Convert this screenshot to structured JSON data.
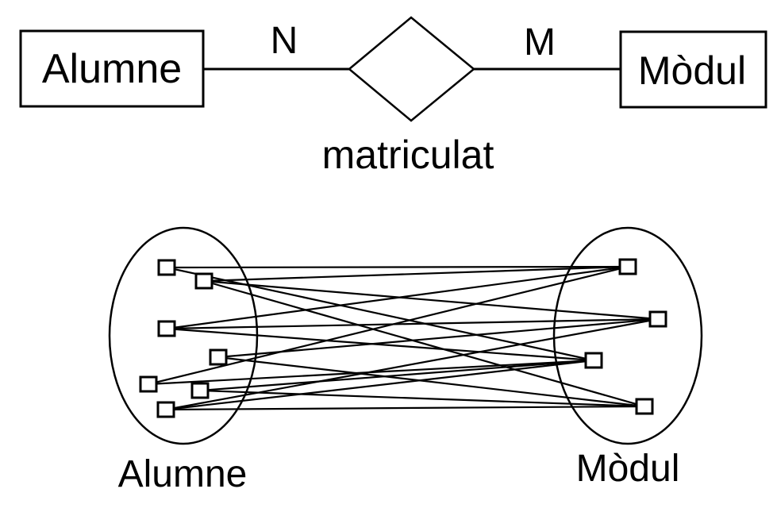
{
  "er_diagram": {
    "entity_left": "Alumne",
    "entity_right": "Mòdul",
    "relationship": "matriculat",
    "cardinality_left": "N",
    "cardinality_right": "M"
  },
  "instance_diagram": {
    "set_left_label": "Alumne",
    "set_right_label": "Mòdul",
    "left_element_count": 7,
    "right_element_count": 4,
    "links": [
      [
        0,
        0
      ],
      [
        0,
        2
      ],
      [
        1,
        0
      ],
      [
        1,
        1
      ],
      [
        1,
        3
      ],
      [
        2,
        0
      ],
      [
        2,
        1
      ],
      [
        2,
        2
      ],
      [
        3,
        1
      ],
      [
        3,
        3
      ],
      [
        4,
        0
      ],
      [
        4,
        2
      ],
      [
        5,
        2
      ],
      [
        5,
        3
      ],
      [
        6,
        1
      ],
      [
        6,
        2
      ],
      [
        6,
        3
      ]
    ]
  }
}
